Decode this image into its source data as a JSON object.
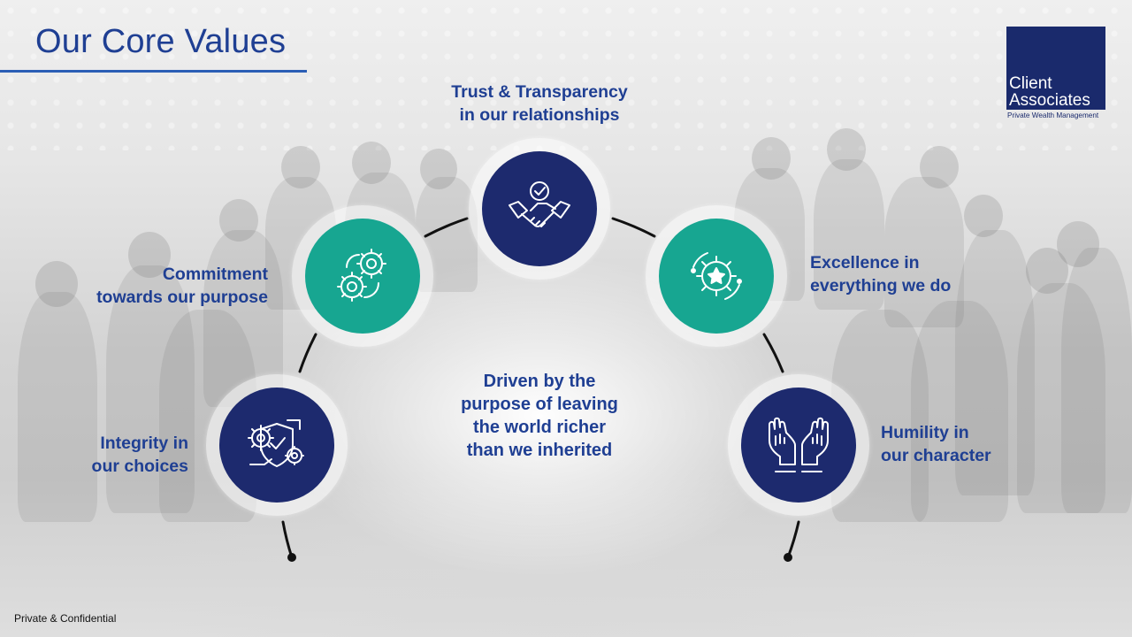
{
  "title": "Our Core Values",
  "logo": {
    "line1": "Client",
    "line2": "Associates",
    "tagline": "Private Wealth Management"
  },
  "center": {
    "lines": [
      "Driven by the",
      "purpose of leaving",
      "the world richer",
      "than we inherited"
    ]
  },
  "values": [
    {
      "icon": "shield-gears-icon",
      "color": "#1d2a6e",
      "lines": [
        "Integrity in",
        "our choices"
      ]
    },
    {
      "icon": "gears-icon",
      "color": "#17a691",
      "lines": [
        "Commitment",
        "towards our purpose"
      ]
    },
    {
      "icon": "handshake-icon",
      "color": "#1d2a6e",
      "lines": [
        "Trust & Transparency",
        "in our relationships"
      ]
    },
    {
      "icon": "star-gear-icon",
      "color": "#17a691",
      "lines": [
        "Excellence in",
        "everything we do"
      ]
    },
    {
      "icon": "open-hands-icon",
      "color": "#1d2a6e",
      "lines": [
        "Humility in",
        "our character"
      ]
    }
  ],
  "footer": "Private & Confidential"
}
